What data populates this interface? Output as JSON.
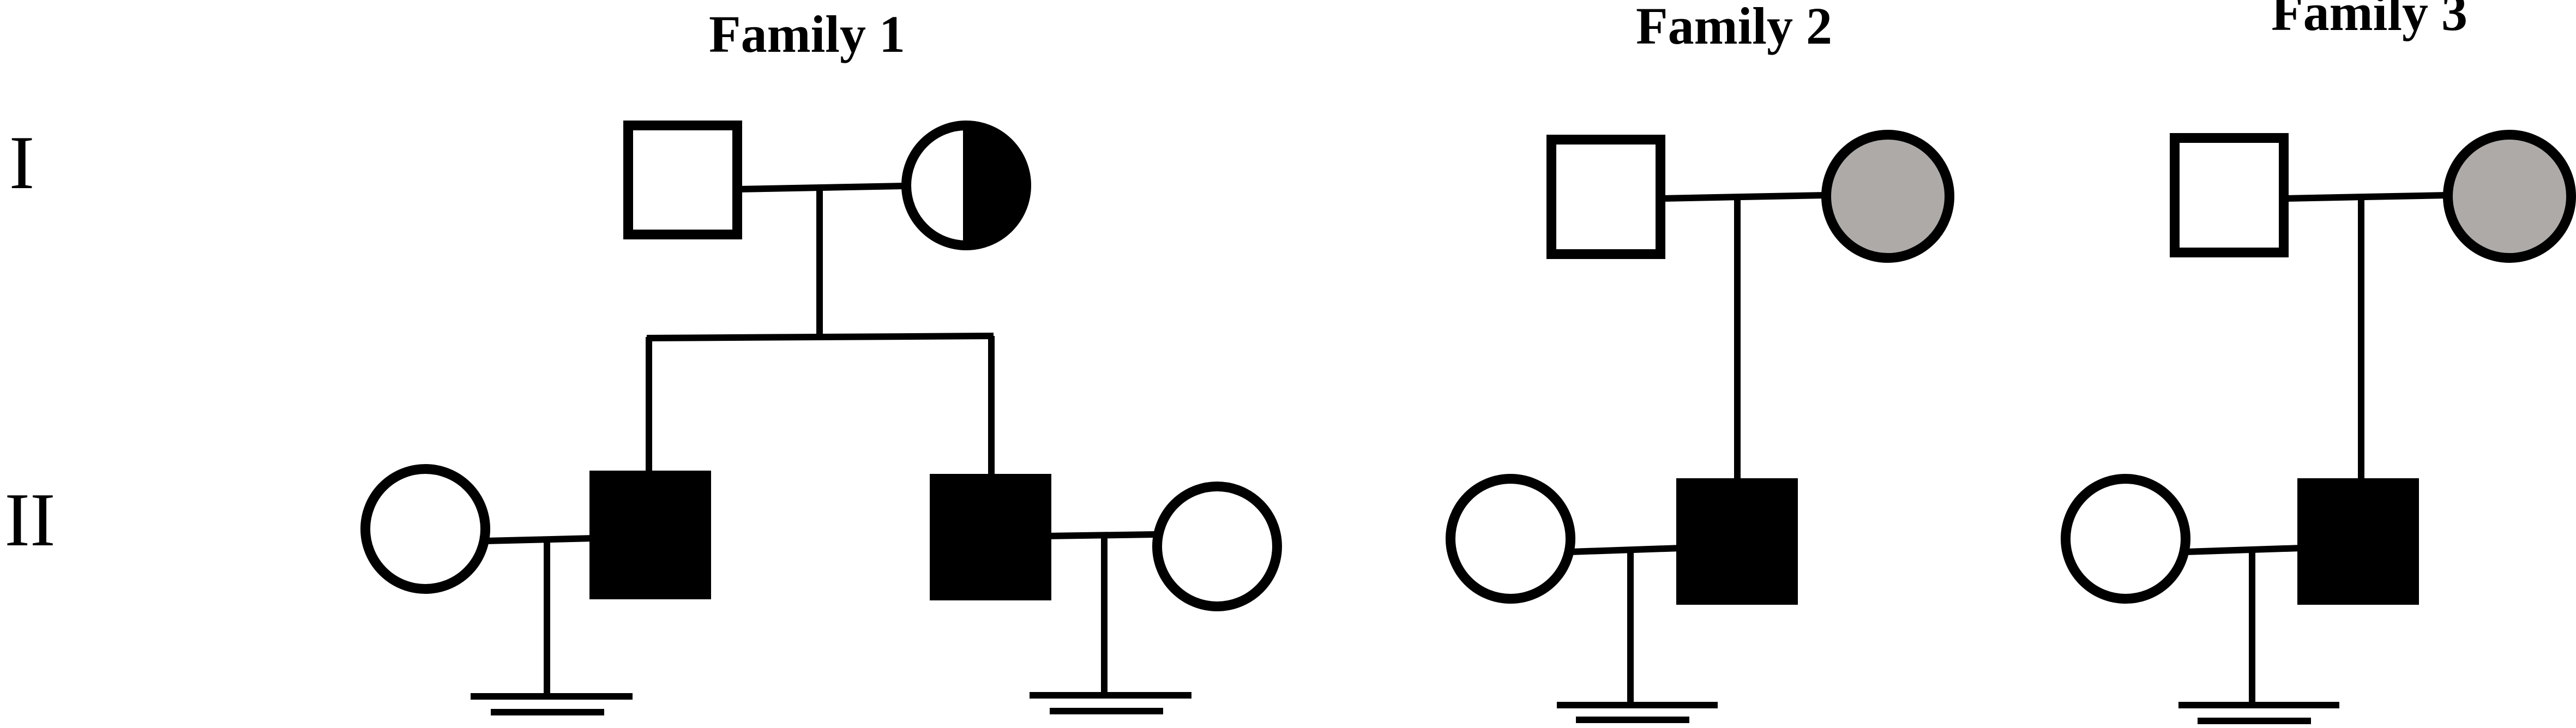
{
  "generations": [
    "I",
    "II"
  ],
  "families": [
    {
      "title": "Family 1"
    },
    {
      "title": "Family 2"
    },
    {
      "title": "Family 3"
    }
  ],
  "colors": {
    "affected": "#000000",
    "carrier": "#aeaaa8",
    "unaffected": "#ffffff"
  }
}
